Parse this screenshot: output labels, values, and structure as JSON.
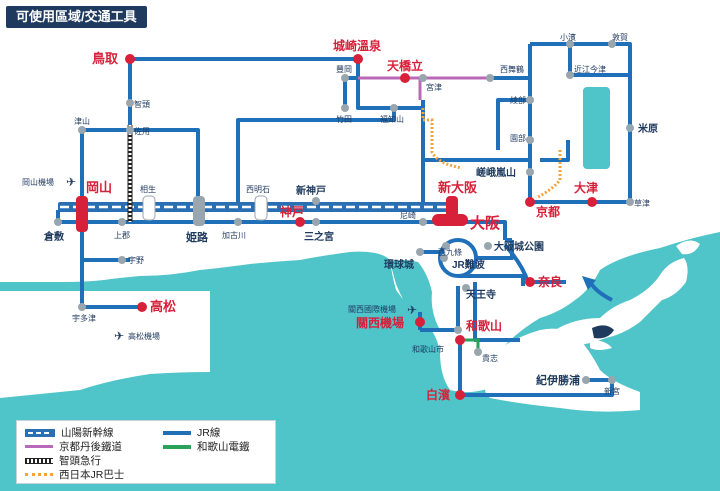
{
  "title": "可使用區域/交通工具",
  "colors": {
    "sea": "#4fc4c9",
    "land": "#ffffff",
    "jr": "#1f70b8",
    "shinkansen": "#2a6fb3",
    "tango": "#b86ab8",
    "chizu": "#222222",
    "bus": "#f2a43a",
    "wakayama_electric": "#2aa25a",
    "major_station": "#d7203a",
    "label_red": "#d7203a",
    "label_dark": "#1f3a5f"
  },
  "stations_major": {
    "tottori": "鳥取",
    "kinosaki": "城崎溫泉",
    "amanohashidate": "天橋立",
    "okayama": "岡山",
    "himeji": "姫路",
    "kobe": "神戸",
    "shin_osaka": "新大阪",
    "osaka": "大阪",
    "kyoto": "京都",
    "otsu": "大津",
    "nara": "奈良",
    "takamatsu": "高松",
    "kansai_airport": "關西機場",
    "wakayama": "和歌山",
    "shirahama": "白濱",
    "kii_katsuura": "紀伊勝浦",
    "maibara": "米原"
  },
  "stations_minor": {
    "chizu": "智頭",
    "sayo": "佐用",
    "tsuyama": "津山",
    "aioi": "相生",
    "kamigori": "上郡",
    "uno": "宇野",
    "uno_station_label": "宇多津",
    "kurashiki": "倉敷",
    "nishi_akashi": "西明石",
    "kakogawa": "加古川",
    "shin_kobe": "新神戸",
    "sannomiya": "三之宮",
    "amagasaki": "尼崎",
    "toyooka": "豐岡",
    "miyazu": "宮津",
    "takeda": "竹田",
    "fukuchiyama": "福知山",
    "nishi_maizuru": "西舞鶴",
    "ayabe": "綾部",
    "sonobe": "園部",
    "saga_arashiyama": "嵯峨嵐山",
    "omi_imazu": "近江今津",
    "ohmi_shiotsu": "敦賀",
    "kosome": "小濱",
    "kusatsu": "草津",
    "nishikujo": "西九條",
    "jr_namba": "JR難波",
    "osakajo_koen": "大阪城公園",
    "universal_city": "環球城",
    "tennoji": "天王寺",
    "kansai_intl_airport": "關西國際機場",
    "wakayamashi": "和歌山市",
    "kishi": "貴志",
    "shingu": "新宮"
  },
  "airports": {
    "okayama": "岡山機場",
    "takamatsu": "高松機場"
  },
  "legend": {
    "shinkansen": "山陽新幹線",
    "tango": "京都丹後鐵道",
    "chizu": "智頭急行",
    "bus": "西日本JR巴士",
    "jr": "JR線",
    "wakayama_electric": "和歌山電鐵"
  }
}
